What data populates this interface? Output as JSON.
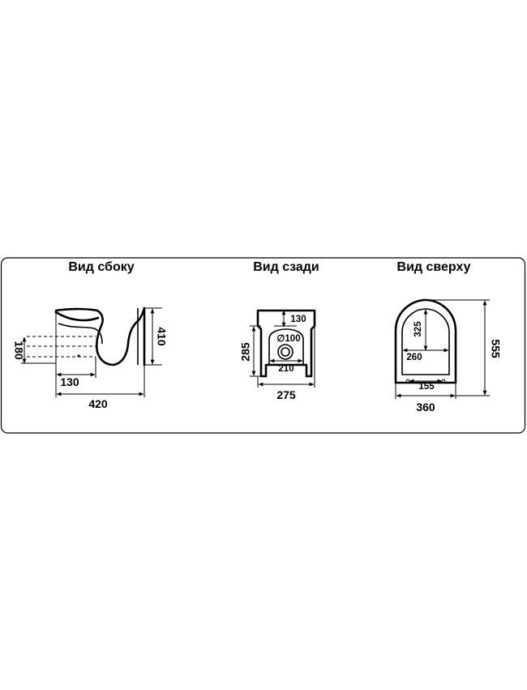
{
  "views": {
    "side": {
      "title": "Вид сбоку",
      "dims": {
        "height_inlet": "180",
        "height_total": "410",
        "inlet_offset": "130",
        "length": "420"
      }
    },
    "back": {
      "title": "Вид сзади",
      "dims": {
        "top_offset": "130",
        "pipe_diameter": "∅100",
        "mount_width": "210",
        "height": "285",
        "width": "275"
      }
    },
    "top": {
      "title": "Вид сверху",
      "dims": {
        "inner_length": "325",
        "inner_width": "260",
        "length": "555",
        "hole_spacing": "155",
        "width": "360"
      }
    }
  }
}
